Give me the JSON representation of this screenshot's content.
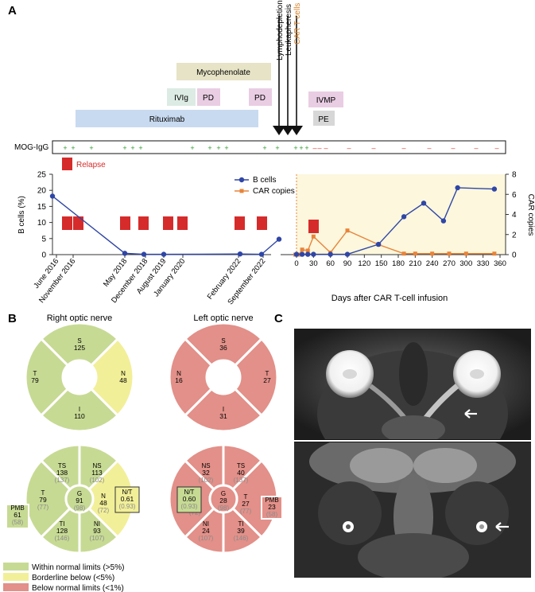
{
  "panels": {
    "a": "A",
    "b": "B",
    "c": "C"
  },
  "colors": {
    "green": "#c7da94",
    "yellow": "#f2ef99",
    "red": "#e29089",
    "relapse": "#d62b2b",
    "bcells": "#2f46a6",
    "car": "#e8843a",
    "car_label": "#d9822b",
    "cart_bg": "#fcf7dd",
    "positive": "#2e9a2e",
    "negative": "#d9342b"
  },
  "treatments": [
    {
      "label": "Mycophenolate",
      "color": "#e7e3c6"
    },
    {
      "label": "IVIg",
      "color": "#dcebe4"
    },
    {
      "label": "PD",
      "color": "#e9cde3"
    },
    {
      "label": "PD",
      "color": "#e9cde3"
    },
    {
      "label": "Rituximab",
      "color": "#c8daf0"
    },
    {
      "label": "IVMP",
      "color": "#e9cde3"
    },
    {
      "label": "PE",
      "color": "#d7d7d7"
    }
  ],
  "events": [
    "Lymphodepletion",
    "Leukapheresis",
    "CAR T cells"
  ],
  "mog": {
    "label": "MOG-IgG",
    "positive": "+",
    "negative": "–"
  },
  "relapse_label": "Relapse",
  "chart_data": {
    "type": "line",
    "ylabel": "B cells (%)",
    "y2label": "CAR copies",
    "xlabel": "Days after CAR T-cell infusion",
    "ylim": [
      0,
      25
    ],
    "y2lim": [
      0,
      8
    ],
    "yticks": [
      0,
      5,
      10,
      15,
      20,
      25
    ],
    "y2ticks": [
      0,
      2,
      4,
      6,
      8
    ],
    "xticks": [
      0,
      30,
      60,
      90,
      120,
      150,
      180,
      210,
      240,
      270,
      300,
      330,
      360
    ],
    "date_ticks": [
      "June 2016",
      "November 2016",
      "May 2018",
      "December 2018",
      "August 2019",
      "January 2020",
      "February 2022",
      "September 2022"
    ],
    "legend": [
      "B cells",
      "CAR copies"
    ],
    "bcells_pre": [
      18.2,
      0.4,
      0.1,
      0.1,
      0.2,
      0.1,
      4.8
    ],
    "bcells_post": {
      "x": [
        0,
        10,
        20,
        30,
        60,
        90,
        145,
        190,
        225,
        260,
        285,
        350
      ],
      "y": [
        0.1,
        0.1,
        0.1,
        0.1,
        0.1,
        0.1,
        3.2,
        11.8,
        16.0,
        10.5,
        20.8,
        20.4
      ]
    },
    "car_copies": {
      "x": [
        -2,
        5,
        10,
        20,
        30,
        60,
        90,
        145,
        190,
        210,
        240,
        270,
        300,
        350
      ],
      "y": [
        0.0,
        0.0,
        0.5,
        0.4,
        1.8,
        0.2,
        2.4,
        1.0,
        0.1,
        0.1,
        0.1,
        0.1,
        0.1,
        0.1
      ]
    }
  },
  "oct": {
    "right_title": "Right optic nerve",
    "left_title": "Left optic nerve",
    "right_top": {
      "S": "125",
      "T": "79",
      "N": "48",
      "I": "110"
    },
    "left_top": {
      "S": "36",
      "N": "16",
      "T": "27",
      "I": "31"
    },
    "right_bottom": {
      "TS": [
        "TS",
        "138",
        "(137)"
      ],
      "NS": [
        "NS",
        "113",
        "(102)"
      ],
      "T": [
        "T",
        "79",
        "(77)"
      ],
      "PMB": [
        "PMB",
        "61",
        "(58)"
      ],
      "G": [
        "G",
        "91",
        "(98)"
      ],
      "N": [
        "N",
        "48",
        "(72)"
      ],
      "NT": [
        "N/T",
        "0.61",
        "(0.93)"
      ],
      "TI": [
        "TI",
        "128",
        "(146)"
      ],
      "NI": [
        "NI",
        "93",
        "(107)"
      ]
    },
    "left_bottom": {
      "NS": [
        "NS",
        "32",
        "(102)"
      ],
      "TS": [
        "TS",
        "40",
        "(137)"
      ],
      "NT": [
        "N/T",
        "0.60",
        "(0.93)"
      ],
      "N": [
        "N",
        "16",
        "(72)"
      ],
      "G": [
        "G",
        "28",
        "(98)"
      ],
      "T": [
        "T",
        "27",
        "(77)"
      ],
      "PMB": [
        "PMB",
        "23",
        "(58)"
      ],
      "NI": [
        "NI",
        "24",
        "(107)"
      ],
      "TI": [
        "TI",
        "39",
        "(146)"
      ]
    },
    "legend": [
      "Within normal limits (>5%)",
      "Borderline below (<5%)",
      "Below normal limits (<1%)"
    ]
  }
}
